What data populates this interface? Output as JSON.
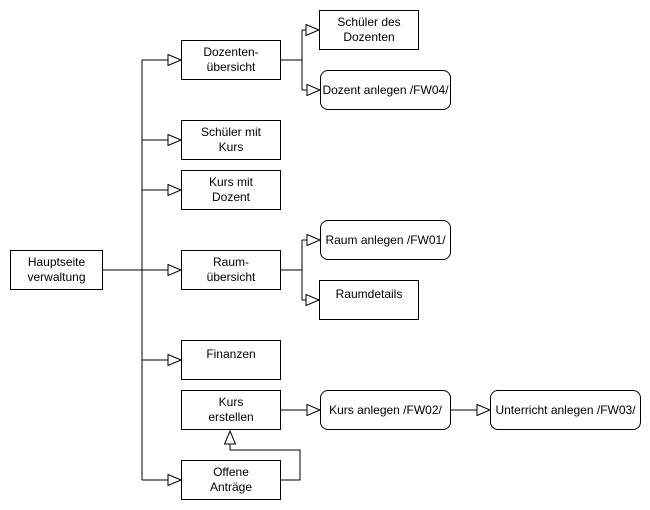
{
  "diagram": {
    "background_color": "#ffffff",
    "stroke_color": "#000000",
    "text_color": "#000000",
    "node_fill_color": "#ffffff",
    "edge_style": {
      "routing": "orthogonal",
      "arrowhead": "open-triangle"
    },
    "nodes": {
      "hauptseite": {
        "label": "Hauptseite\nverwaltung",
        "shape": "rect"
      },
      "dozenten_uebersicht": {
        "label": "Dozenten-\nübersicht",
        "shape": "rect"
      },
      "schueler_mit_kurs": {
        "label": "Schüler mit\nKurs",
        "shape": "rect"
      },
      "kurs_mit_dozent": {
        "label": "Kurs mit\nDozent",
        "shape": "rect"
      },
      "raum_uebersicht": {
        "label": "Raum-\nübersicht",
        "shape": "rect"
      },
      "finanzen": {
        "label": "Finanzen",
        "shape": "rect"
      },
      "kurs_erstellen": {
        "label": "Kurs\nerstellen",
        "shape": "rect"
      },
      "offene_antraege": {
        "label": "Offene\nAnträge",
        "shape": "rect"
      },
      "schueler_des_dozenten": {
        "label": "Schüler des\nDozenten",
        "shape": "rect"
      },
      "dozent_anlegen": {
        "label": "Dozent anlegen /FW04/",
        "shape": "rounded"
      },
      "raum_anlegen": {
        "label": "Raum anlegen /FW01/",
        "shape": "rounded"
      },
      "raumdetails": {
        "label": "Raumdetails",
        "shape": "rect"
      },
      "kurs_anlegen": {
        "label": "Kurs anlegen /FW02/",
        "shape": "rounded"
      },
      "unterricht_anlegen": {
        "label": "Unterricht anlegen /FW03/",
        "shape": "rounded"
      }
    },
    "edges": [
      {
        "from": "hauptseite",
        "to": "dozenten_uebersicht"
      },
      {
        "from": "hauptseite",
        "to": "schueler_mit_kurs"
      },
      {
        "from": "hauptseite",
        "to": "kurs_mit_dozent"
      },
      {
        "from": "hauptseite",
        "to": "raum_uebersicht"
      },
      {
        "from": "hauptseite",
        "to": "finanzen"
      },
      {
        "from": "hauptseite",
        "to": "offene_antraege"
      },
      {
        "from": "dozenten_uebersicht",
        "to": "schueler_des_dozenten"
      },
      {
        "from": "dozenten_uebersicht",
        "to": "dozent_anlegen"
      },
      {
        "from": "raum_uebersicht",
        "to": "raum_anlegen"
      },
      {
        "from": "raum_uebersicht",
        "to": "raumdetails"
      },
      {
        "from": "kurs_erstellen",
        "to": "kurs_anlegen"
      },
      {
        "from": "kurs_anlegen",
        "to": "unterricht_anlegen"
      },
      {
        "from": "offene_antraege",
        "to": "kurs_erstellen"
      }
    ]
  }
}
